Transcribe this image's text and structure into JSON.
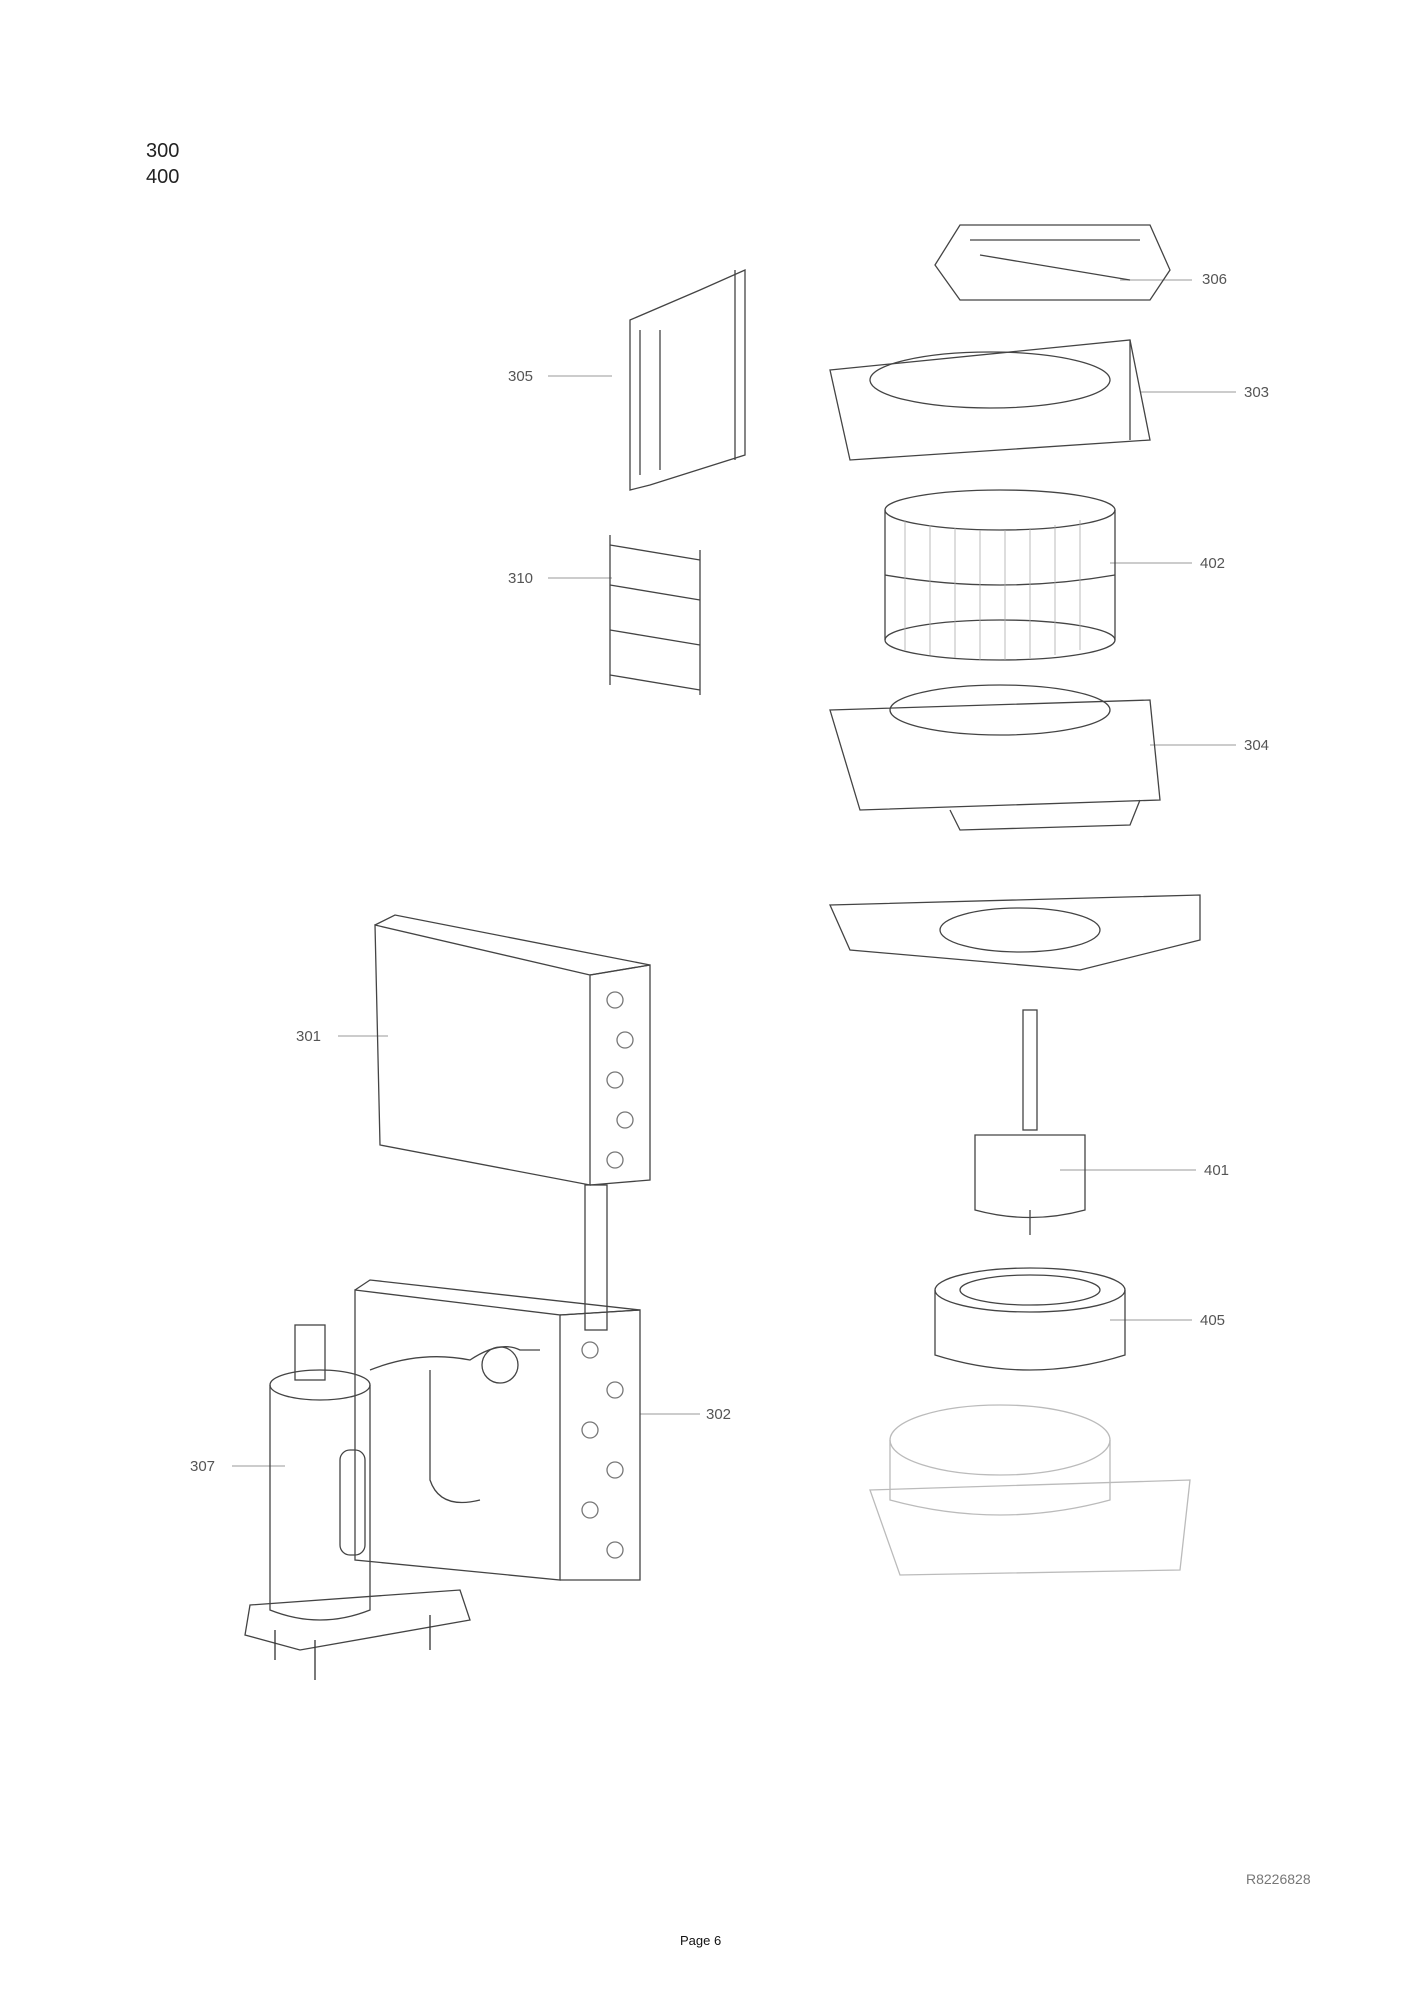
{
  "header": {
    "group_1": "300",
    "group_2": "400"
  },
  "parts": {
    "p306": "306",
    "p303": "303",
    "p402": "402",
    "p304": "304",
    "p401": "401",
    "p405": "405",
    "p302": "302",
    "p305": "305",
    "p310": "310",
    "p301": "301",
    "p307": "307"
  },
  "footer": {
    "page": "Page 6",
    "reference": "R8226828"
  }
}
